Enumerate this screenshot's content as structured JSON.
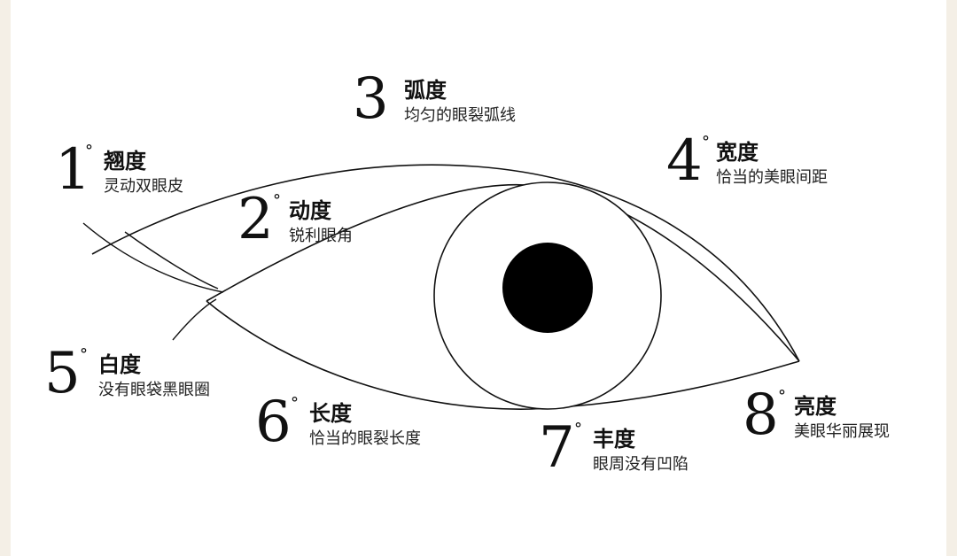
{
  "features": [
    {
      "id": "1",
      "degree": "°",
      "title": "翘度",
      "subtitle": "灵动双眼皮"
    },
    {
      "id": "2",
      "degree": "°",
      "title": "动度",
      "subtitle": "锐利眼角"
    },
    {
      "id": "3",
      "degree": "",
      "title": "弧度",
      "subtitle": "均匀的眼裂弧线"
    },
    {
      "id": "4",
      "degree": "°",
      "title": "宽度",
      "subtitle": "恰当的美眼间距"
    },
    {
      "id": "5",
      "degree": "°",
      "title": "白度",
      "subtitle": "没有眼袋黑眼圈"
    },
    {
      "id": "6",
      "degree": "°",
      "title": "长度",
      "subtitle": "恰当的眼裂长度"
    },
    {
      "id": "7",
      "degree": "°",
      "title": "丰度",
      "subtitle": "眼周没有凹陷"
    },
    {
      "id": "8",
      "degree": "°",
      "title": "亮度",
      "subtitle": "美眼华丽展现"
    }
  ],
  "colors": {
    "line": "#111111",
    "pupil": "#000000",
    "background": "#ffffff",
    "border": "#f4efe6"
  }
}
